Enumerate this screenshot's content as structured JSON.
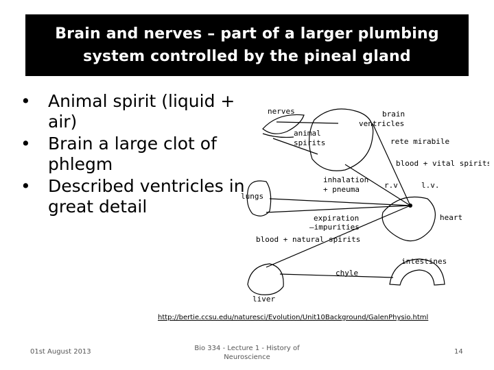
{
  "slide": {
    "title_line1": "Brain and nerves – part of a larger plumbing",
    "title_line2": "system controlled by the pineal gland",
    "bullets": [
      {
        "marker": "•",
        "text": "Animal spirit (liquid + air)"
      },
      {
        "marker": "•",
        "text": "Brain a large clot of phlegm"
      },
      {
        "marker": "•",
        "text": "Described ventricles in great detail"
      }
    ],
    "diagram_labels": {
      "nerves": "nerves",
      "brain": "brain",
      "ventricles": "ventricles",
      "animal": "animal",
      "spirits": "spirits",
      "rete_mirabile": "rete mirabile",
      "blood_vital": "blood + vital spirits",
      "inhalation": "inhalation",
      "pneuma": "+ pneuma",
      "rv": "r.v",
      "lv": "l.v.",
      "lungs": "lungs",
      "heart": "heart",
      "expiration": "expiration",
      "impurities": "–impurities",
      "blood_natural": "blood + natural spirits",
      "intestines": "intestines",
      "chyle": "chyle",
      "liver": "liver"
    },
    "source_url": "http://bertie.ccsu.edu/naturesci/Evolution/Unit10Background/GalenPhysio.html"
  },
  "footer": {
    "date": "01st August 2013",
    "course_line1": "Bio 334 - Lecture 1 - History of",
    "course_line2": "Neuroscience",
    "page_number": "14"
  }
}
